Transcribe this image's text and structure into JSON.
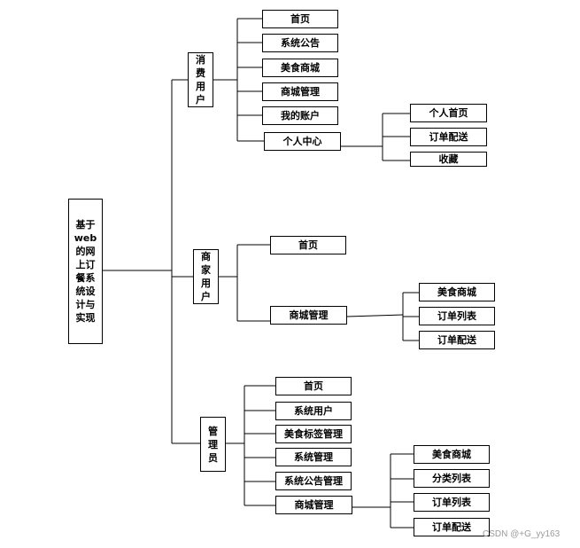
{
  "root": {
    "title": "基于web的网上订餐系统设计与实现"
  },
  "consumer": {
    "label": "消费用户",
    "items": [
      "首页",
      "系统公告",
      "美食商城",
      "商城管理",
      "我的账户",
      "个人中心"
    ],
    "center_children": [
      "个人首页",
      "订单配送",
      "收藏"
    ]
  },
  "merchant": {
    "label": "商家用户",
    "items": [
      "首页",
      "商城管理"
    ],
    "mall_children": [
      "美食商城",
      "订单列表",
      "订单配送"
    ]
  },
  "admin": {
    "label": "管理员",
    "items": [
      "首页",
      "系统用户",
      "美食标签管理",
      "系统管理",
      "系统公告管理",
      "商城管理"
    ],
    "mall_children": [
      "美食商城",
      "分类列表",
      "订单列表",
      "订单配送"
    ]
  },
  "watermark": "CSDN @+G_yy163"
}
